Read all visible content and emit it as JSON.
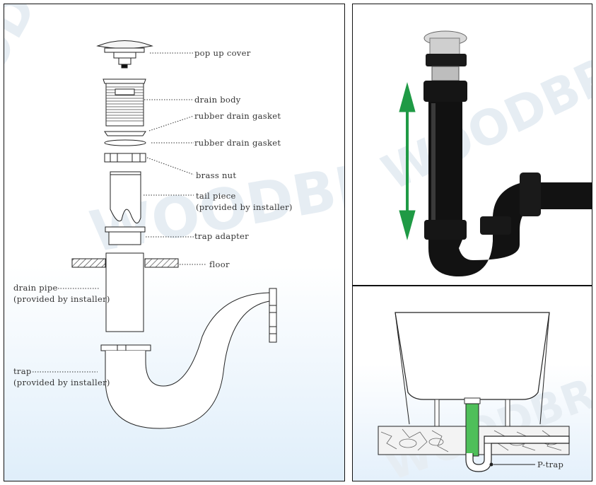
{
  "watermark": "WOODBRIDGE",
  "parts": {
    "pop_up_cover": "pop up cover",
    "drain_body": "drain body",
    "rubber_gasket_1": "rubber drain gasket",
    "rubber_gasket_2": "rubber drain gasket",
    "brass_nut": "brass nut",
    "tail_piece": "tail piece",
    "tail_piece_note": "(provided by installer)",
    "trap_adapter": "trap adapter",
    "floor": "floor",
    "drain_pipe": "drain pipe",
    "drain_pipe_note": "(provided by installer)",
    "trap": "trap",
    "trap_note": "(provided by installer)"
  },
  "bath": {
    "p_trap": "P-trap"
  },
  "colors": {
    "arrow": "#1f9a45",
    "pipe": "#111111",
    "water": "#4fbf5a"
  }
}
